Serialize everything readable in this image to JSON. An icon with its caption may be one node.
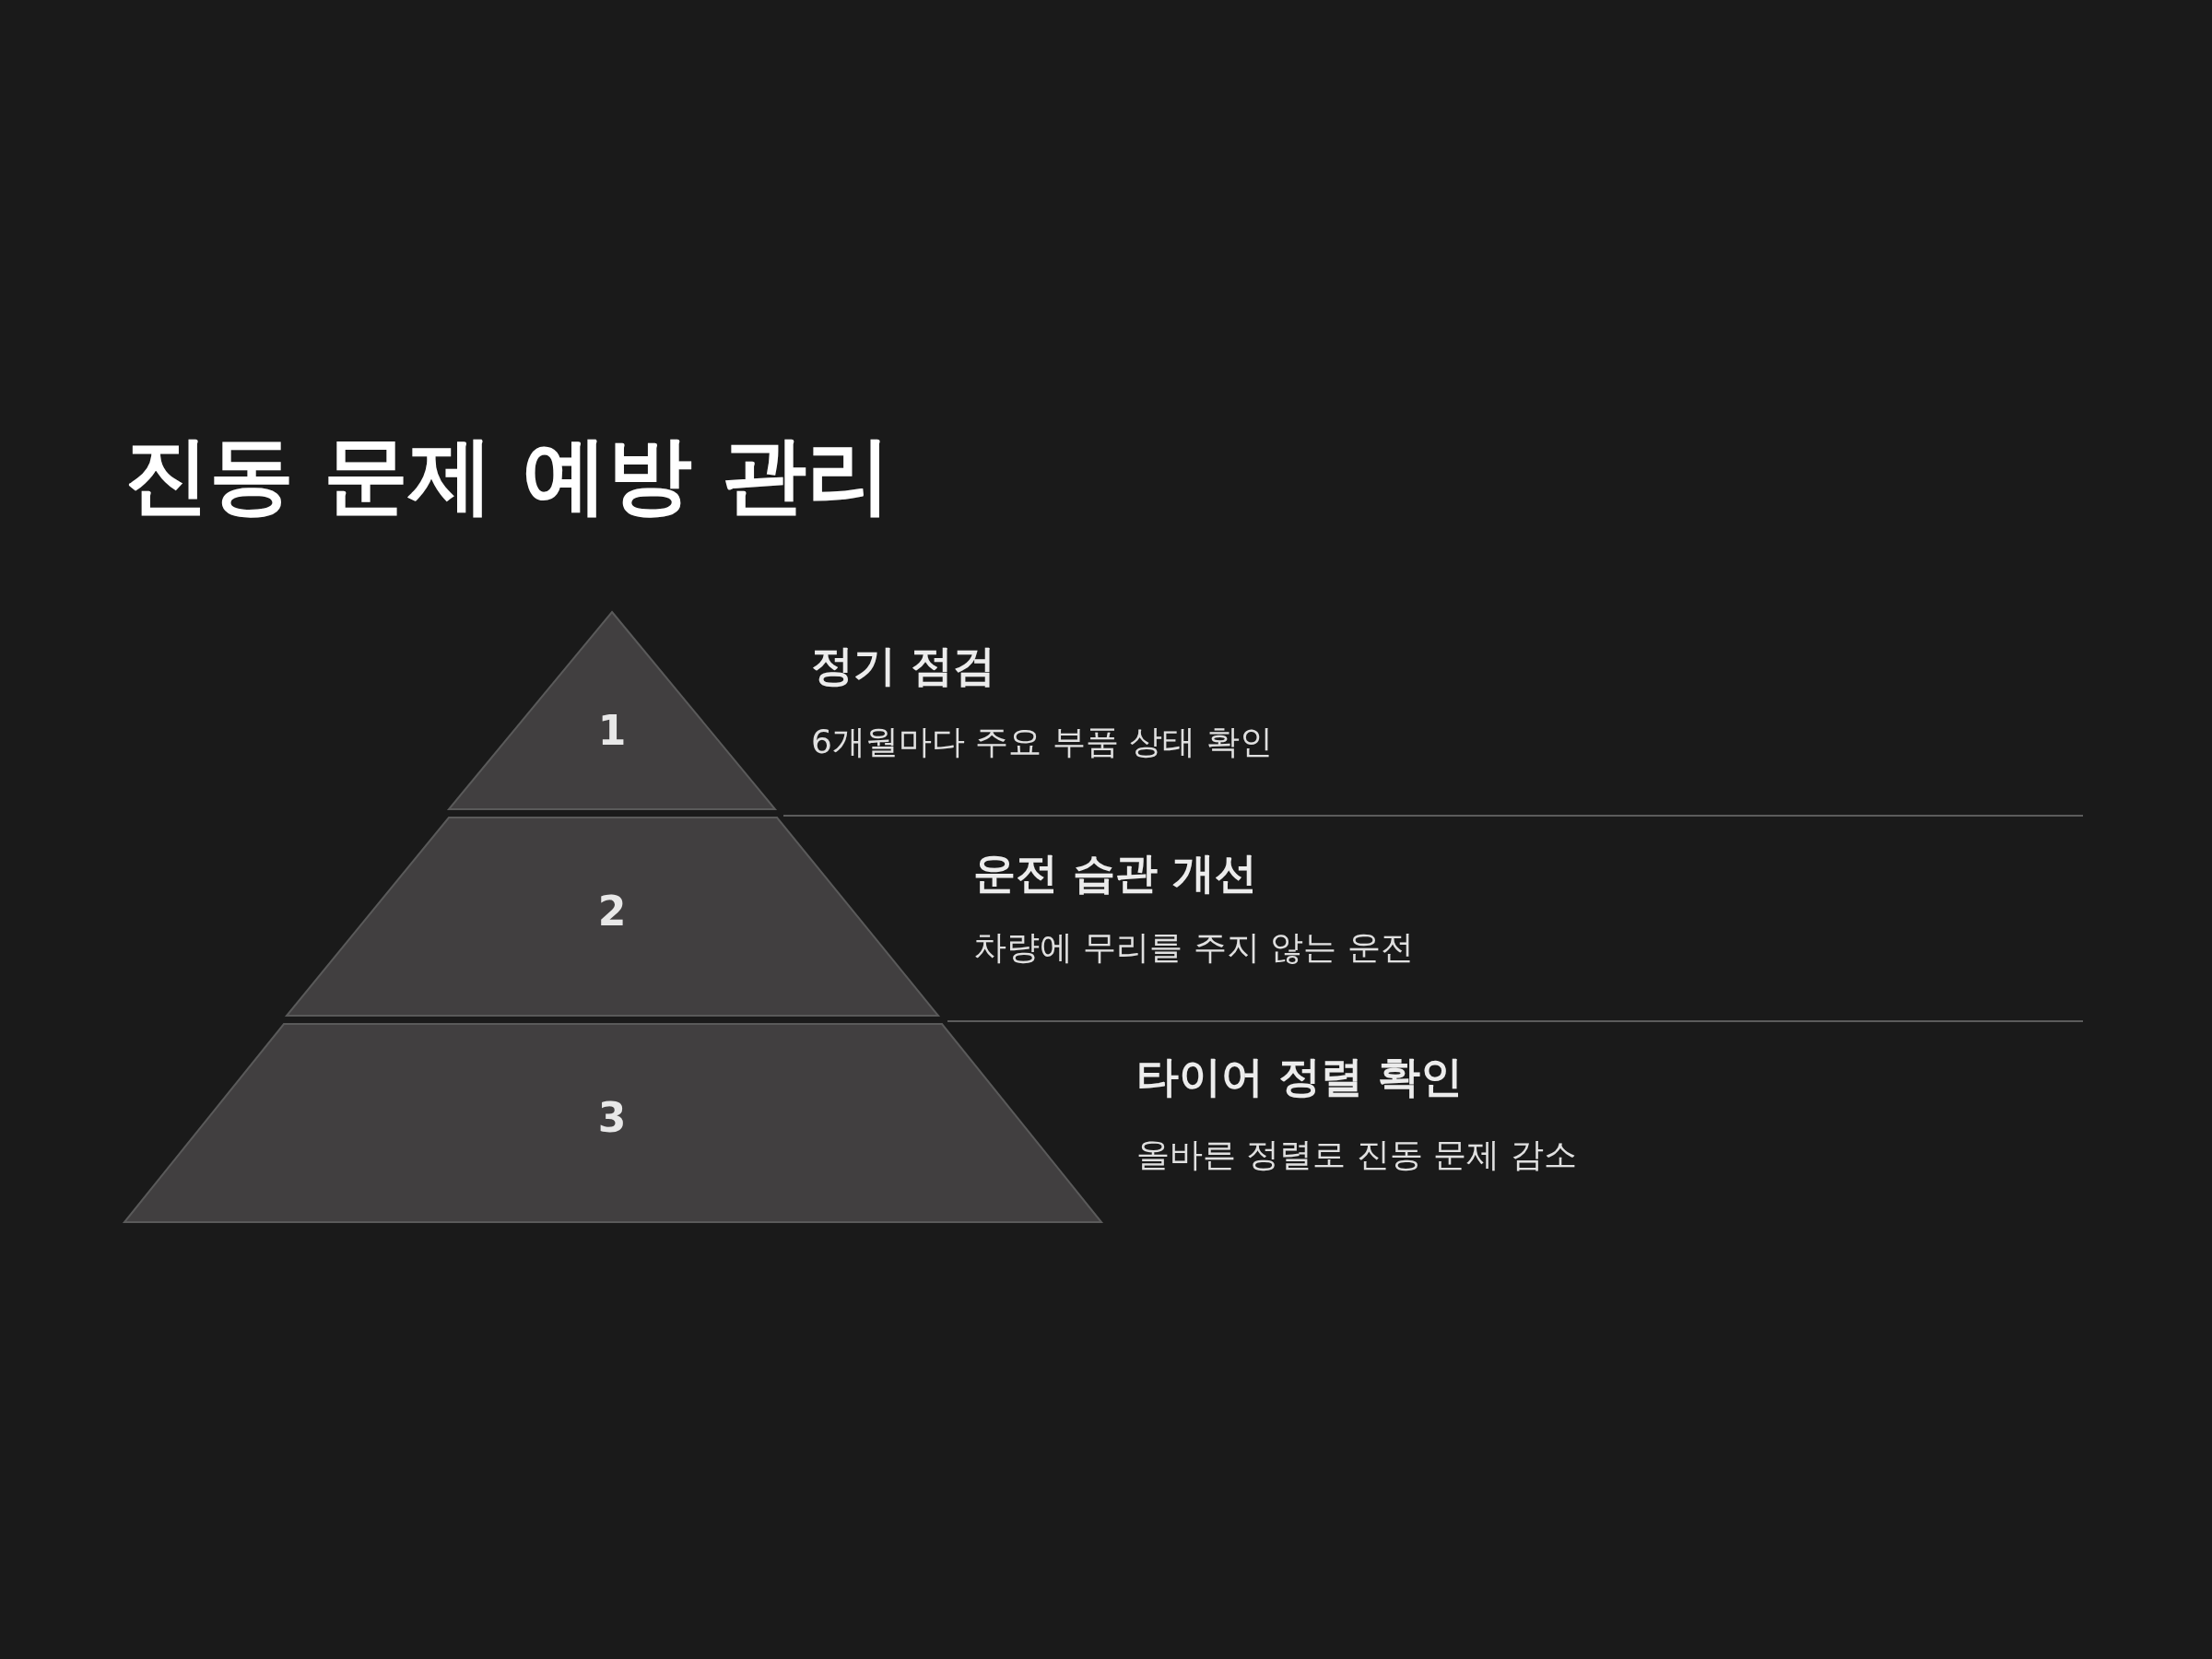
{
  "diagram": {
    "title": "진동 문제 예방 관리",
    "nodes": [
      {
        "text": [
          "1"
        ],
        "beside": [
          "정기 점검",
          "6개월마다 주요 부품 상태 확인"
        ]
      },
      {
        "text": [
          "2"
        ],
        "beside": [
          "운전 습관 개선",
          "차량에 무리를 주지 않는 운전"
        ]
      },
      {
        "text": [
          "3"
        ],
        "beside": [
          "타이어 정렬 확인",
          "올바른 정렬로 진동 문제 감소"
        ]
      }
    ]
  }
}
